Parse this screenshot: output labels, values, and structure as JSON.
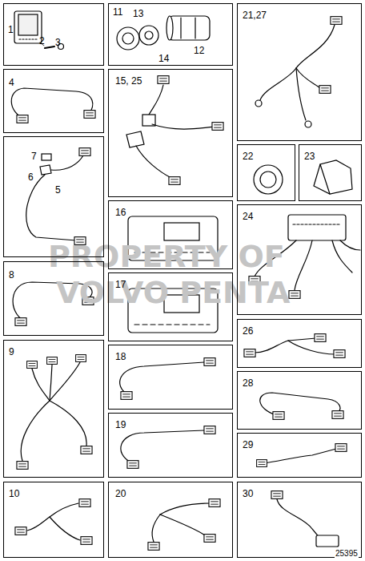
{
  "diagram": {
    "nodes": [
      {
        "text": [
          "1",
          "2",
          "3"
        ]
      },
      {
        "text": [
          "4"
        ]
      },
      {
        "text": [
          "7",
          "6",
          "5"
        ]
      },
      {
        "text": [
          "8"
        ]
      },
      {
        "text": [
          "9"
        ]
      },
      {
        "text": [
          "10"
        ]
      },
      {
        "text": [
          "11",
          "13",
          "12",
          "14"
        ]
      },
      {
        "text": [
          "15, 25"
        ]
      },
      {
        "text": [
          "16"
        ]
      },
      {
        "text": [
          "17"
        ]
      },
      {
        "text": [
          "18"
        ]
      },
      {
        "text": [
          "19"
        ]
      },
      {
        "text": [
          "20"
        ]
      },
      {
        "text": [
          "21,27"
        ]
      },
      {
        "text": [
          "22"
        ]
      },
      {
        "text": [
          "23"
        ]
      },
      {
        "text": [
          "24"
        ]
      },
      {
        "text": [
          "26"
        ]
      },
      {
        "text": [
          "28"
        ]
      },
      {
        "text": [
          "29"
        ]
      },
      {
        "text": [
          "30"
        ]
      }
    ],
    "labels": [
      "PROPERTY OF",
      "VOLVO PENTA",
      "25395"
    ]
  }
}
